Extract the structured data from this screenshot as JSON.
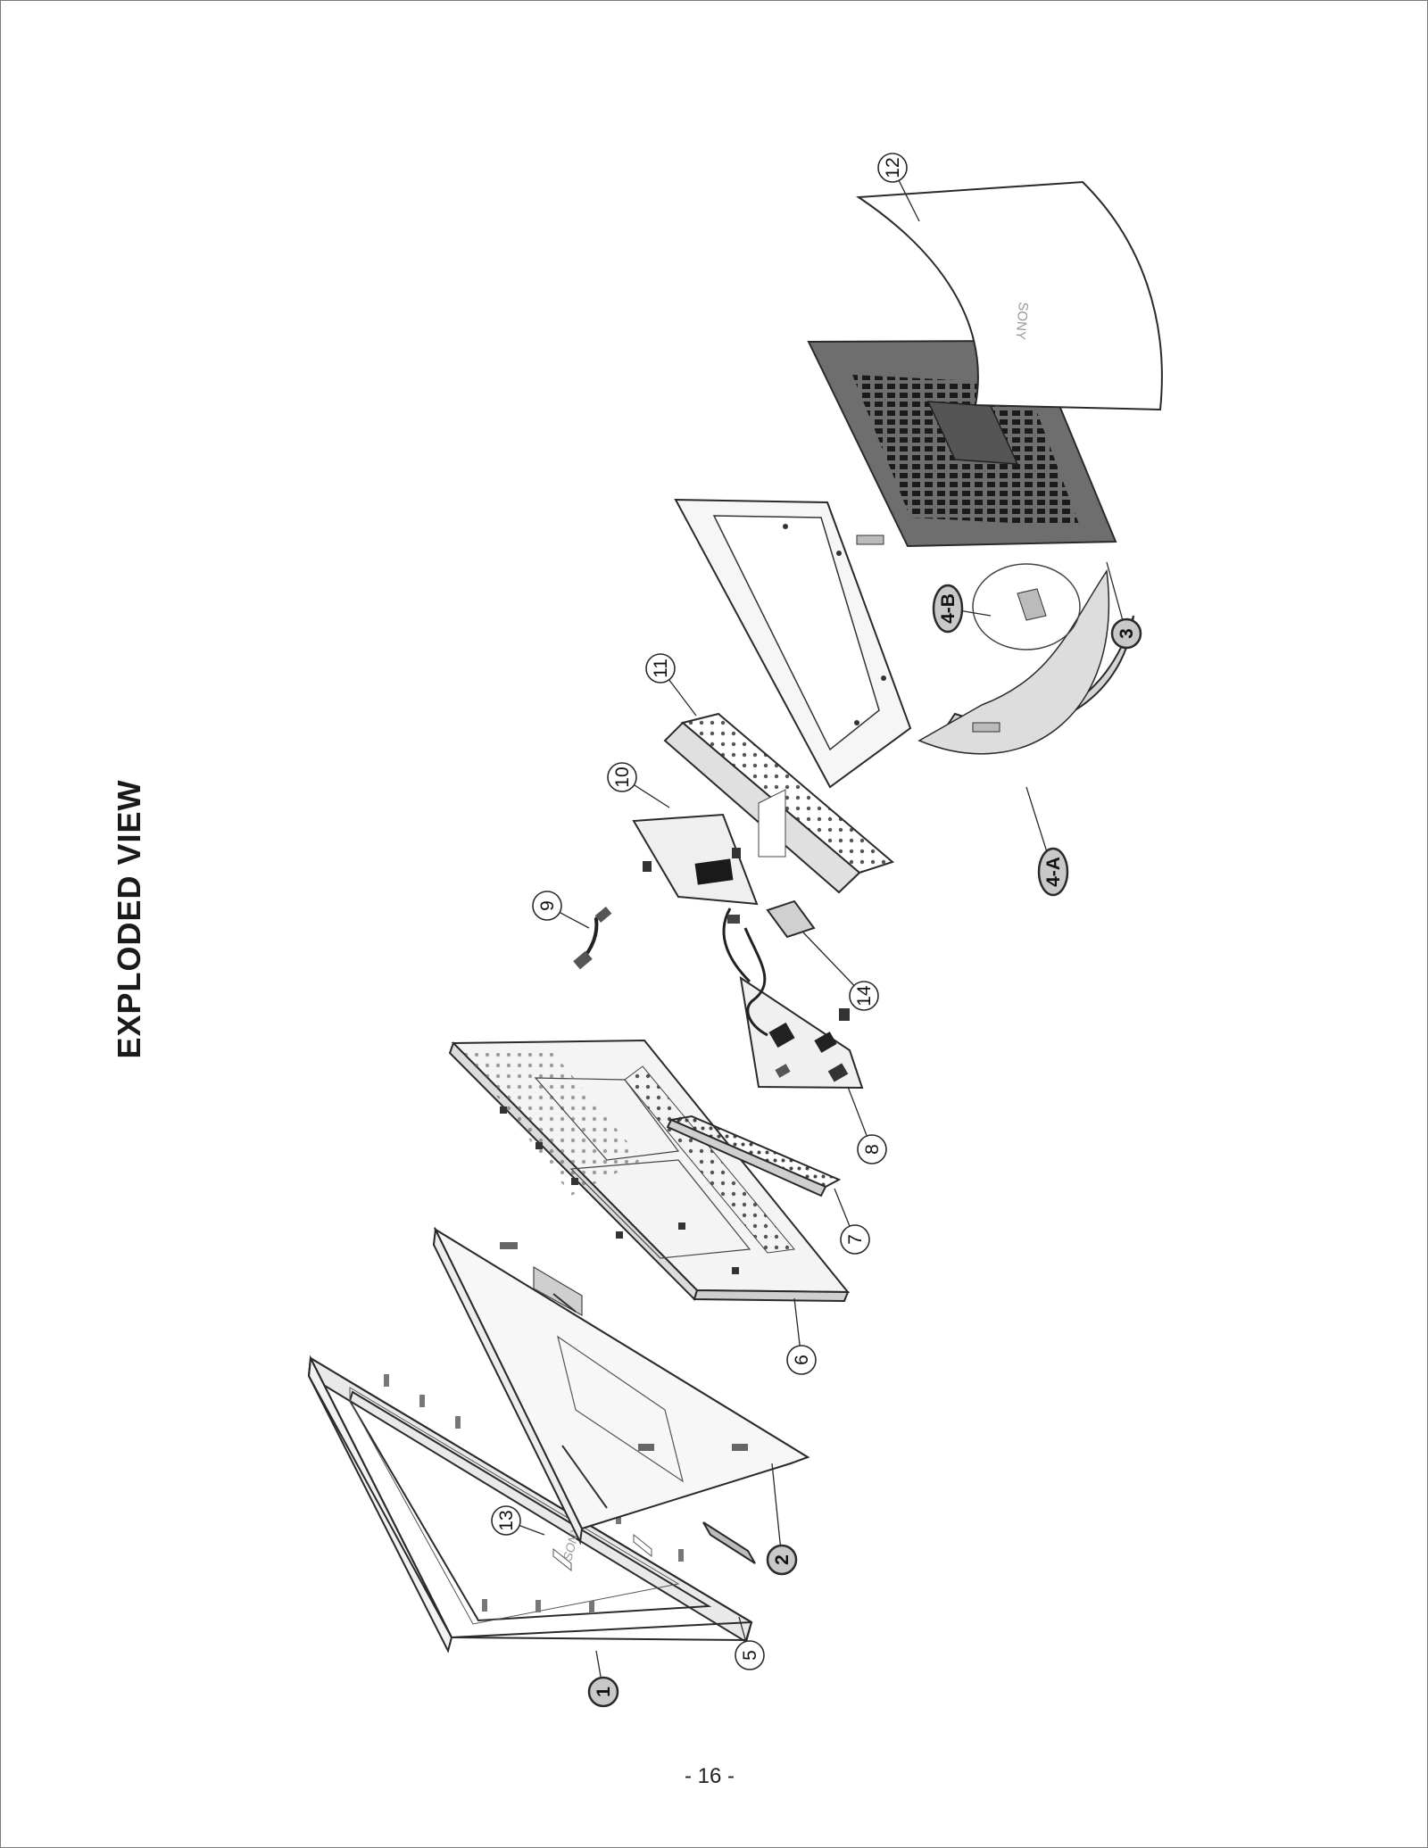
{
  "page": {
    "title": "EXPLODED VIEW",
    "page_number": "- 16 -"
  },
  "colors": {
    "ink": "#2a2a2a",
    "filled_callout": "#c8c8c8",
    "rear_panel_dark": "#6e6e6e",
    "stand_gray": "#d4d4d4"
  },
  "parts": [
    {
      "id": "1",
      "label": "1",
      "style": "filled"
    },
    {
      "id": "2",
      "label": "2",
      "style": "filled"
    },
    {
      "id": "3",
      "label": "3",
      "style": "filled"
    },
    {
      "id": "4-A",
      "label": "4-A",
      "style": "filled"
    },
    {
      "id": "4-B",
      "label": "4-B",
      "style": "filled"
    },
    {
      "id": "5",
      "label": "5",
      "style": "outline"
    },
    {
      "id": "6",
      "label": "6",
      "style": "outline"
    },
    {
      "id": "7",
      "label": "7",
      "style": "outline"
    },
    {
      "id": "8",
      "label": "8",
      "style": "outline"
    },
    {
      "id": "9",
      "label": "9",
      "style": "outline"
    },
    {
      "id": "10",
      "label": "10",
      "style": "outline"
    },
    {
      "id": "11",
      "label": "11",
      "style": "outline"
    },
    {
      "id": "12",
      "label": "12",
      "style": "outline"
    },
    {
      "id": "13",
      "label": "13",
      "style": "outline"
    },
    {
      "id": "14",
      "label": "14",
      "style": "outline"
    }
  ]
}
